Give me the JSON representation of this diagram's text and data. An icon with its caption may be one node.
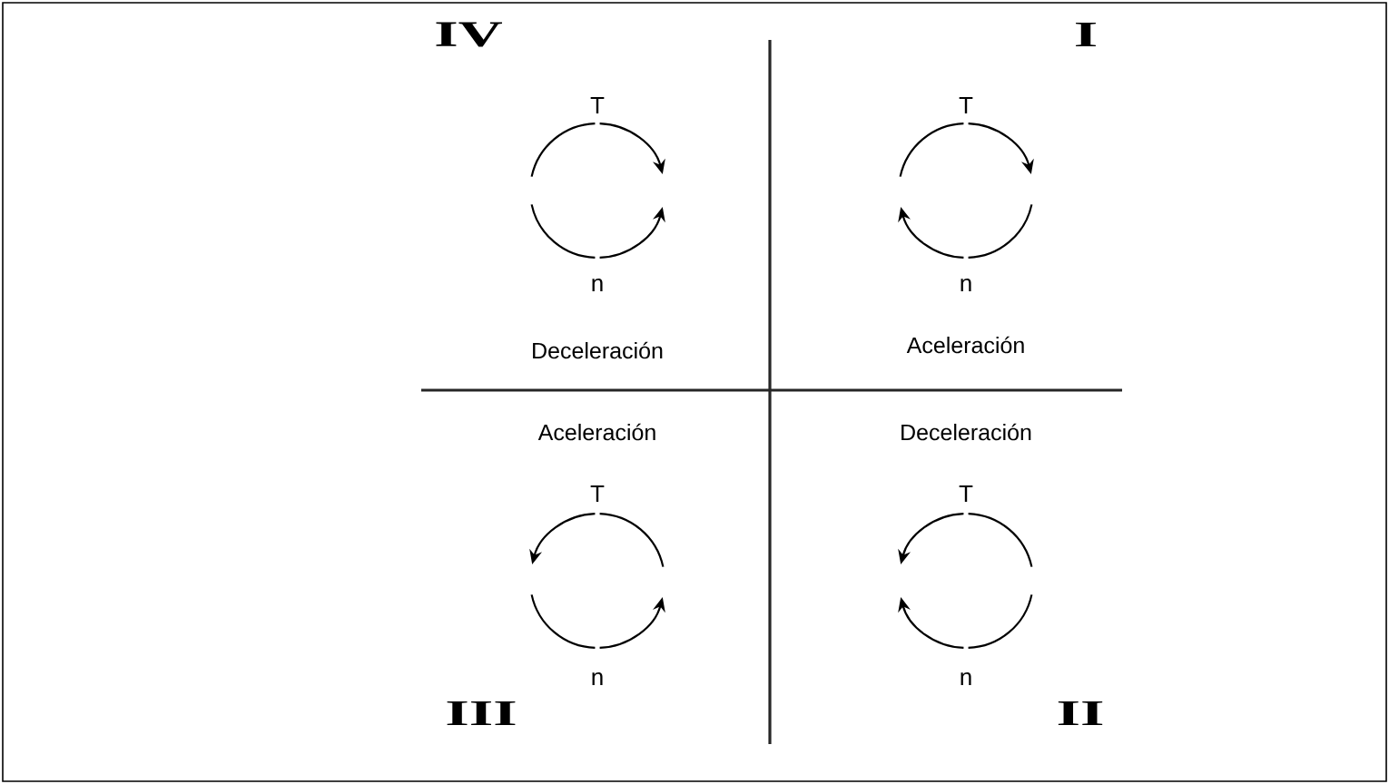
{
  "diagram": {
    "labels": [
      "IV",
      "I",
      "T",
      "T",
      "n",
      "n",
      "Deceleración",
      "Aceleración",
      "Aceleración",
      "Deceleración",
      "T",
      "T",
      "n",
      "n",
      "III",
      "II"
    ]
  }
}
